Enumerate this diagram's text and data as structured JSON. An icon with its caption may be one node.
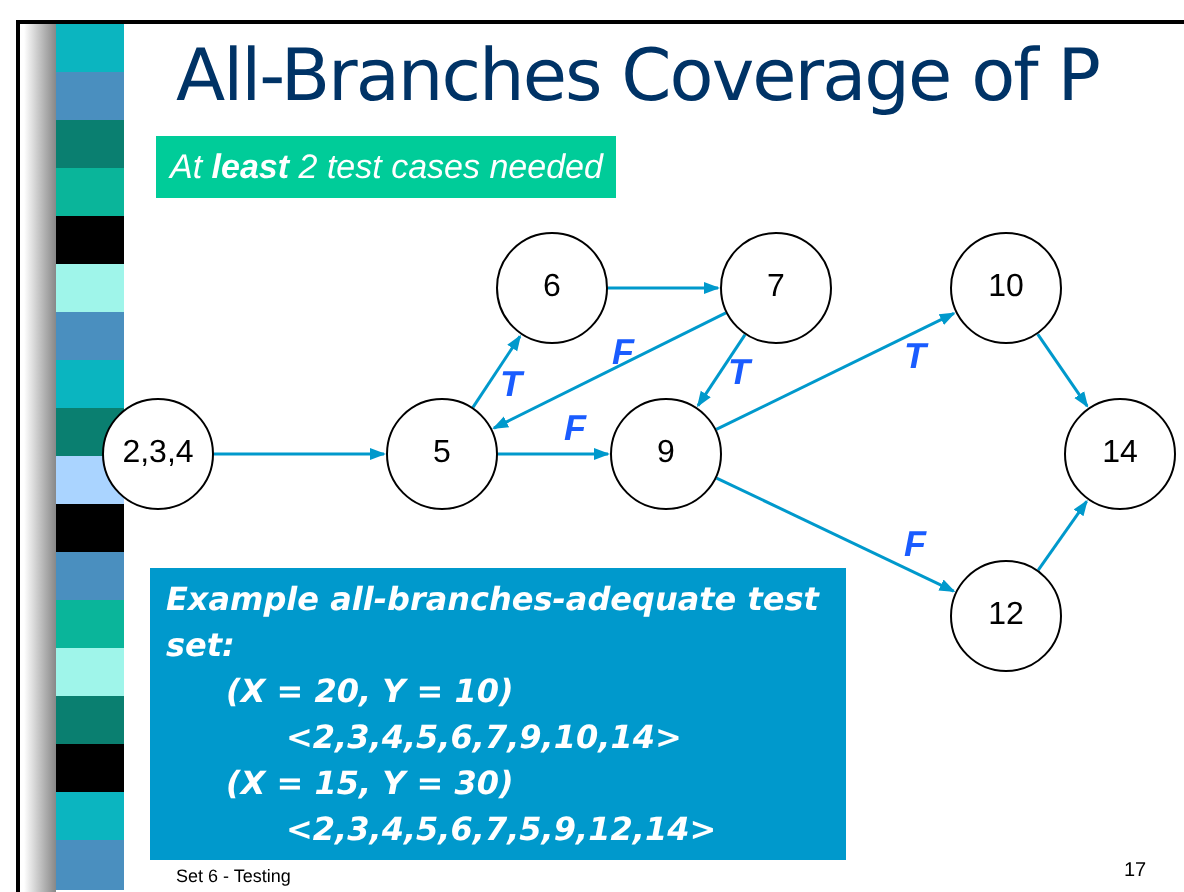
{
  "diagram": {
    "title": "All-Branches Coverage of P",
    "nodes": [
      {
        "text": [
          "At **least** 2 test cases needed"
        ]
      },
      {
        "text": [
          "2,3,4"
        ]
      },
      {
        "text": [
          "5"
        ]
      },
      {
        "text": [
          "6"
        ]
      },
      {
        "text": [
          "7"
        ]
      },
      {
        "text": [
          "9"
        ]
      },
      {
        "text": [
          "10"
        ]
      },
      {
        "text": [
          "14"
        ]
      },
      {
        "text": [
          "12"
        ]
      },
      {
        "text": [
          "Example all-branches-adequate test set:",
          "(X = 20, Y = 10)",
          "<2,3,4,5,6,7,9,10,14>",
          "(X = 15, Y = 30)",
          "<2,3,4,5,6,7,5,9,12,14>"
        ]
      }
    ],
    "edges": [
      {
        "from": 1,
        "to": 2,
        "arrow": "to"
      },
      {
        "from": 2,
        "to": 3,
        "arrow": "to",
        "label": "T"
      },
      {
        "from": 3,
        "to": 4,
        "arrow": "to"
      },
      {
        "from": 4,
        "to": 2,
        "arrow": "to",
        "label": "F"
      },
      {
        "from": 4,
        "to": 5,
        "arrow": "to",
        "label": "T"
      },
      {
        "from": 2,
        "to": 5,
        "arrow": "to",
        "label": "F"
      },
      {
        "from": 5,
        "to": 6,
        "arrow": "to",
        "label": "T"
      },
      {
        "from": 5,
        "to": 8,
        "arrow": "to",
        "label": "F"
      },
      {
        "from": 6,
        "to": 7,
        "arrow": "to"
      },
      {
        "from": 8,
        "to": 7,
        "arrow": "to"
      }
    ],
    "labels": [
      "Set 6 - Testing",
      "17"
    ]
  }
}
